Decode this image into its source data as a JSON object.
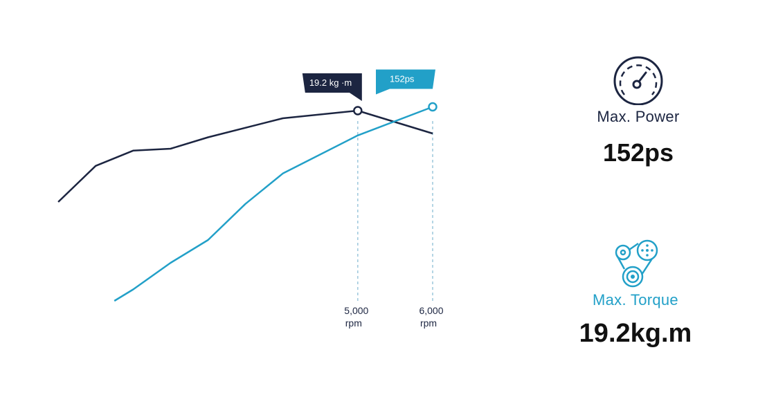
{
  "chart_data": {
    "type": "line",
    "x_unit": "rpm",
    "xlim": [
      500,
      6000
    ],
    "ylim": [
      0,
      1
    ],
    "colors": {
      "torque": "#1c2541",
      "power": "#22a0c8"
    },
    "series": [
      {
        "key": "torque",
        "x": [
          1000,
          1500,
          2000,
          2500,
          3000,
          4000,
          5000,
          6000
        ],
        "y": [
          0.52,
          0.71,
          0.79,
          0.8,
          0.86,
          0.96,
          1.0,
          0.88
        ]
      },
      {
        "key": "power",
        "x": [
          1750,
          2000,
          2500,
          3000,
          3500,
          4000,
          5000,
          6000
        ],
        "y": [
          0.0,
          0.06,
          0.2,
          0.32,
          0.51,
          0.67,
          0.87,
          1.02
        ]
      }
    ],
    "markers": [
      {
        "x": 5000,
        "series": "torque",
        "tick_value": "5,000",
        "tick_unit": "rpm",
        "callout": "19.2 kg  ·m"
      },
      {
        "x": 6000,
        "series": "power",
        "tick_value": "6,000",
        "tick_unit": "rpm",
        "callout": "152ps"
      }
    ]
  },
  "stats": {
    "power": {
      "icon": "speedometer-icon",
      "label": "Max. Power",
      "value": "152ps"
    },
    "torque": {
      "icon": "engine-belt-icon",
      "label": "Max. Torque",
      "value": "19.2kg.m"
    }
  }
}
